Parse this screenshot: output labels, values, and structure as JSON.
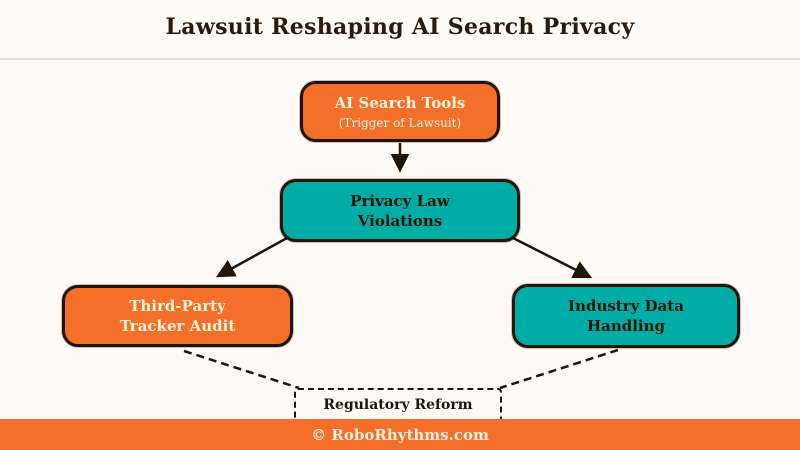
{
  "title": "Lawsuit Reshaping AI Search Privacy",
  "nodes": {
    "trigger": {
      "title": "AI Search Tools",
      "subtitle": "(Trigger of Lawsuit)"
    },
    "violations": {
      "line1": "Privacy Law",
      "line2": "Violations"
    },
    "audit": {
      "line1": "Third-Party",
      "line2": "Tracker Audit"
    },
    "handling": {
      "line1": "Industry Data",
      "line2": "Handling"
    },
    "reform": {
      "label": "Regulatory Reform"
    }
  },
  "footer": {
    "text": "© RoboRhythms.com"
  },
  "colors": {
    "orange": "#F4702A",
    "teal": "#00ADA6",
    "ink": "#221507",
    "background": "#FFFAF6",
    "box_text_light": "#FDF3DC",
    "title_text": "#2B1B0D"
  }
}
